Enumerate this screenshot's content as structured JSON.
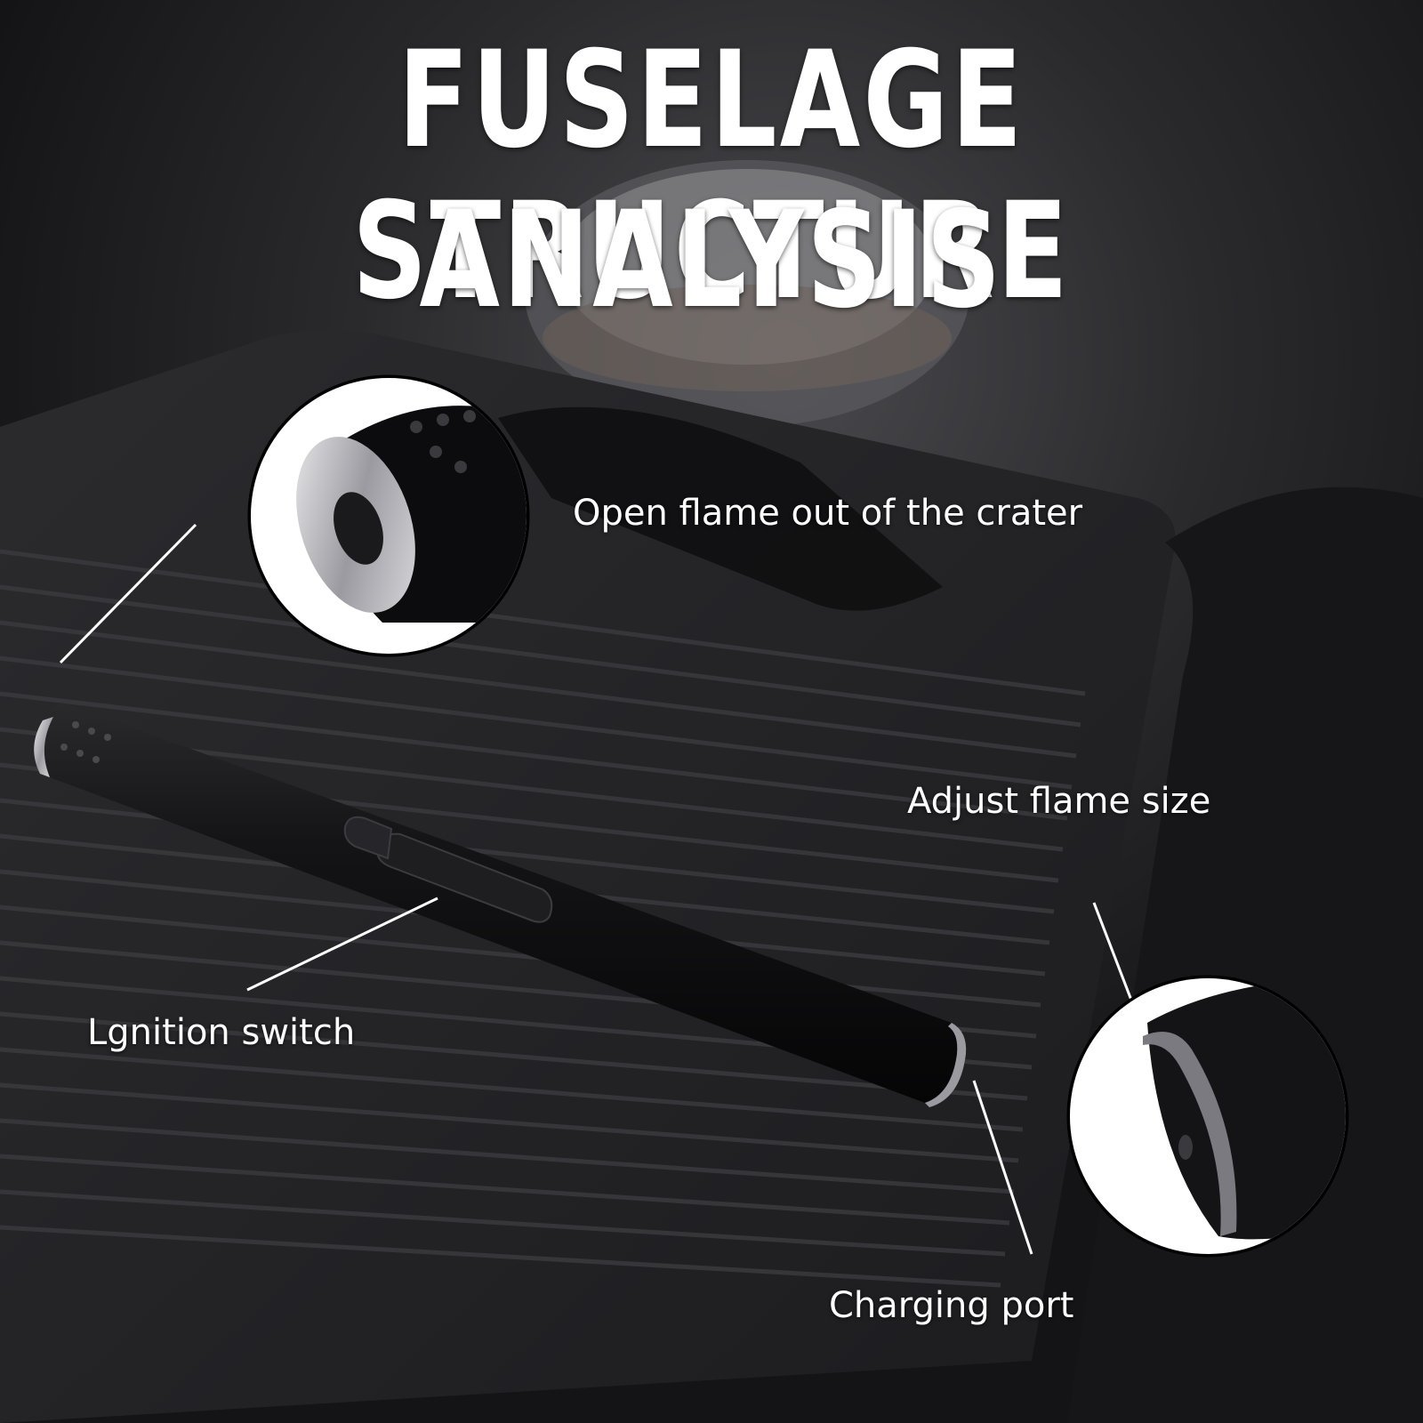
{
  "title": {
    "line1": "FUSELAGE STRUCTURE",
    "line2": "ANALYSIS"
  },
  "callouts": {
    "open_flame": "Open flame out of the crater",
    "adjust_flame": "Adjust flame size",
    "ignition": "Lgnition switch",
    "charging": "Charging port"
  },
  "colors": {
    "text": "#ffffff",
    "background": "#1a1a1c",
    "lighter_body": "#0e0e10",
    "nozzle_metal": "#c8c8cc"
  }
}
